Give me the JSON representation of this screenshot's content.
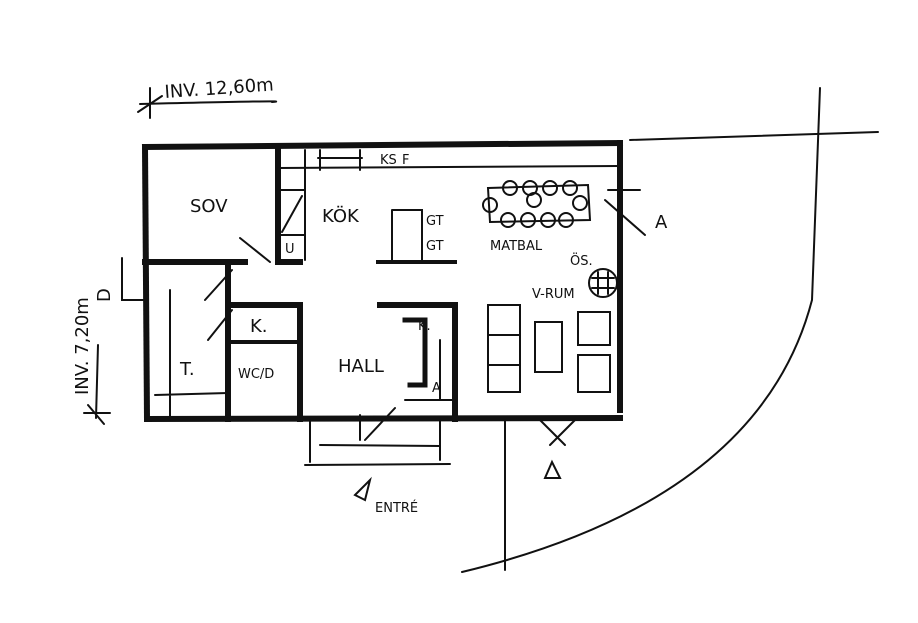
{
  "dimensions": {
    "width": "INV. 12,60m",
    "depth": "INV. 7,20m"
  },
  "rooms": {
    "bedroom": "SOV",
    "kitchen": "KÖK",
    "dining": "MATBAL",
    "living": "V-RUM",
    "stove": "ÖS.",
    "hall": "HALL",
    "closet_1": "K.",
    "closet_2": "K.",
    "wardrobe": "T.",
    "bathroom": "WC/D",
    "entrance": "ENTRÉ"
  },
  "fixtures": {
    "ks": "KS",
    "f": "F",
    "gt1": "GT",
    "gt2": "GT",
    "u": "U"
  },
  "section_marks": {
    "a_right": "A",
    "a_bottom": "A",
    "d_left": "D"
  },
  "colors": {
    "ink": "#111111",
    "paper": "#ffffff"
  }
}
